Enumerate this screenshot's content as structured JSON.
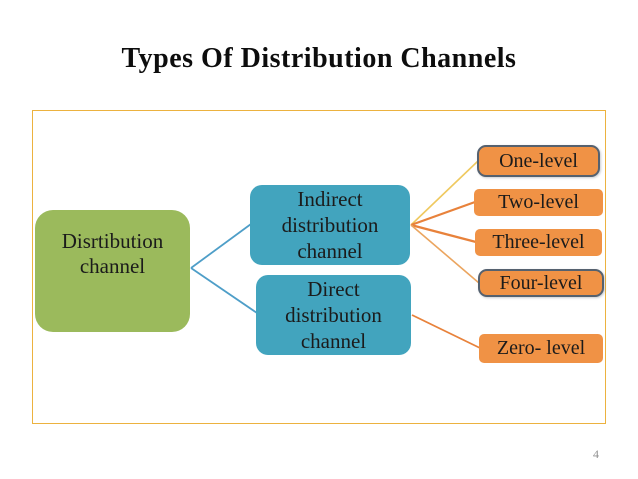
{
  "slide": {
    "title": "Types Of Distribution Channels",
    "page_number": "4"
  },
  "diagram": {
    "root_label": "Disrtibution channel",
    "branches": [
      {
        "label": "Indirect distribution channel",
        "children": [
          "One-level",
          "Two-level",
          "Three-level",
          "Four-level"
        ]
      },
      {
        "label": "Direct distribution channel",
        "children": [
          "Zero- level"
        ]
      }
    ]
  },
  "colors": {
    "slide-bg": "#ffffff",
    "frame-border": "#ecb23f",
    "node-green": "#9bba5c",
    "node-teal": "#42a4be",
    "node-orange": "#f09245",
    "level-border": "#55616f",
    "node-text": "#1b1b1b",
    "title-text": "#0d0d0d",
    "line-blue": "#4e9ec8",
    "line-orange": "#e8823b",
    "line-orange-light": "#eba55f",
    "line-yellow": "#efc95f",
    "page-number-text": "#8f8f8f"
  }
}
